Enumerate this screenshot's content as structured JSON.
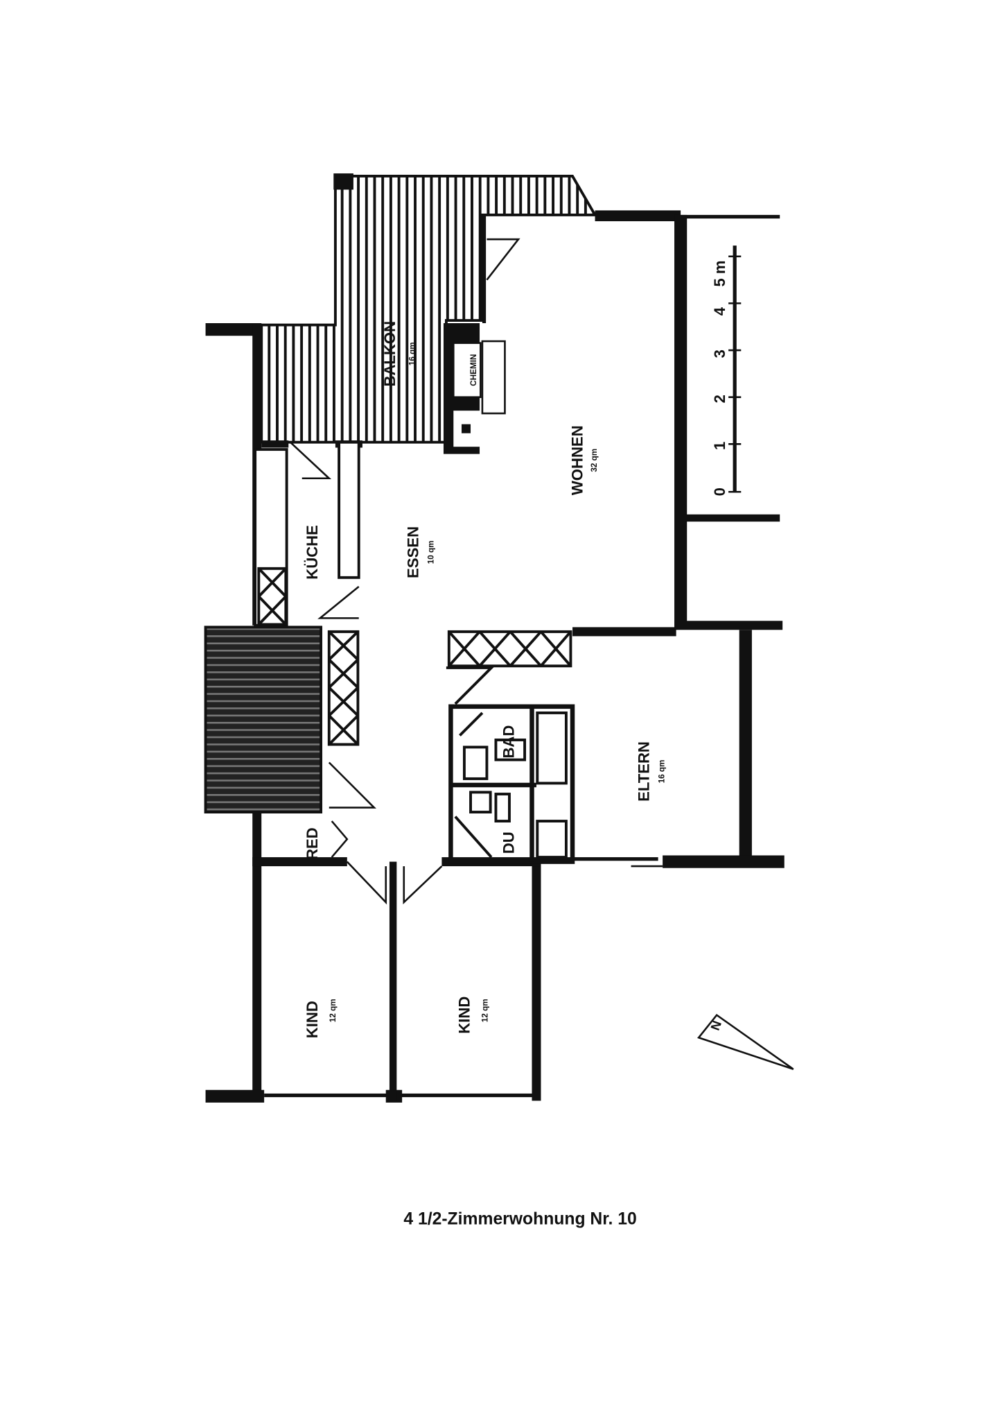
{
  "title": "4 1/2-Zimmerwohnung Nr. 10",
  "rooms": {
    "balkon": {
      "name": "BALKON",
      "area": "16 qm"
    },
    "chemin": {
      "name": "CHEMIN"
    },
    "wohnen": {
      "name": "WOHNEN",
      "area": "32 qm"
    },
    "essen": {
      "name": "ESSEN",
      "area": "10 qm"
    },
    "kueche": {
      "name": "KÜCHE"
    },
    "eltern": {
      "name": "ELTERN",
      "area": "16 qm"
    },
    "bad": {
      "name": "BAD"
    },
    "du": {
      "name": "DU"
    },
    "red": {
      "name": "RED"
    },
    "kind1": {
      "name": "KIND",
      "area": "12 qm"
    },
    "kind2": {
      "name": "KIND",
      "area": "12 qm"
    }
  },
  "scale_bar": {
    "ticks": [
      "0",
      "1",
      "2",
      "3",
      "4",
      "5 m"
    ]
  },
  "north_arrow": {
    "label": "N"
  }
}
